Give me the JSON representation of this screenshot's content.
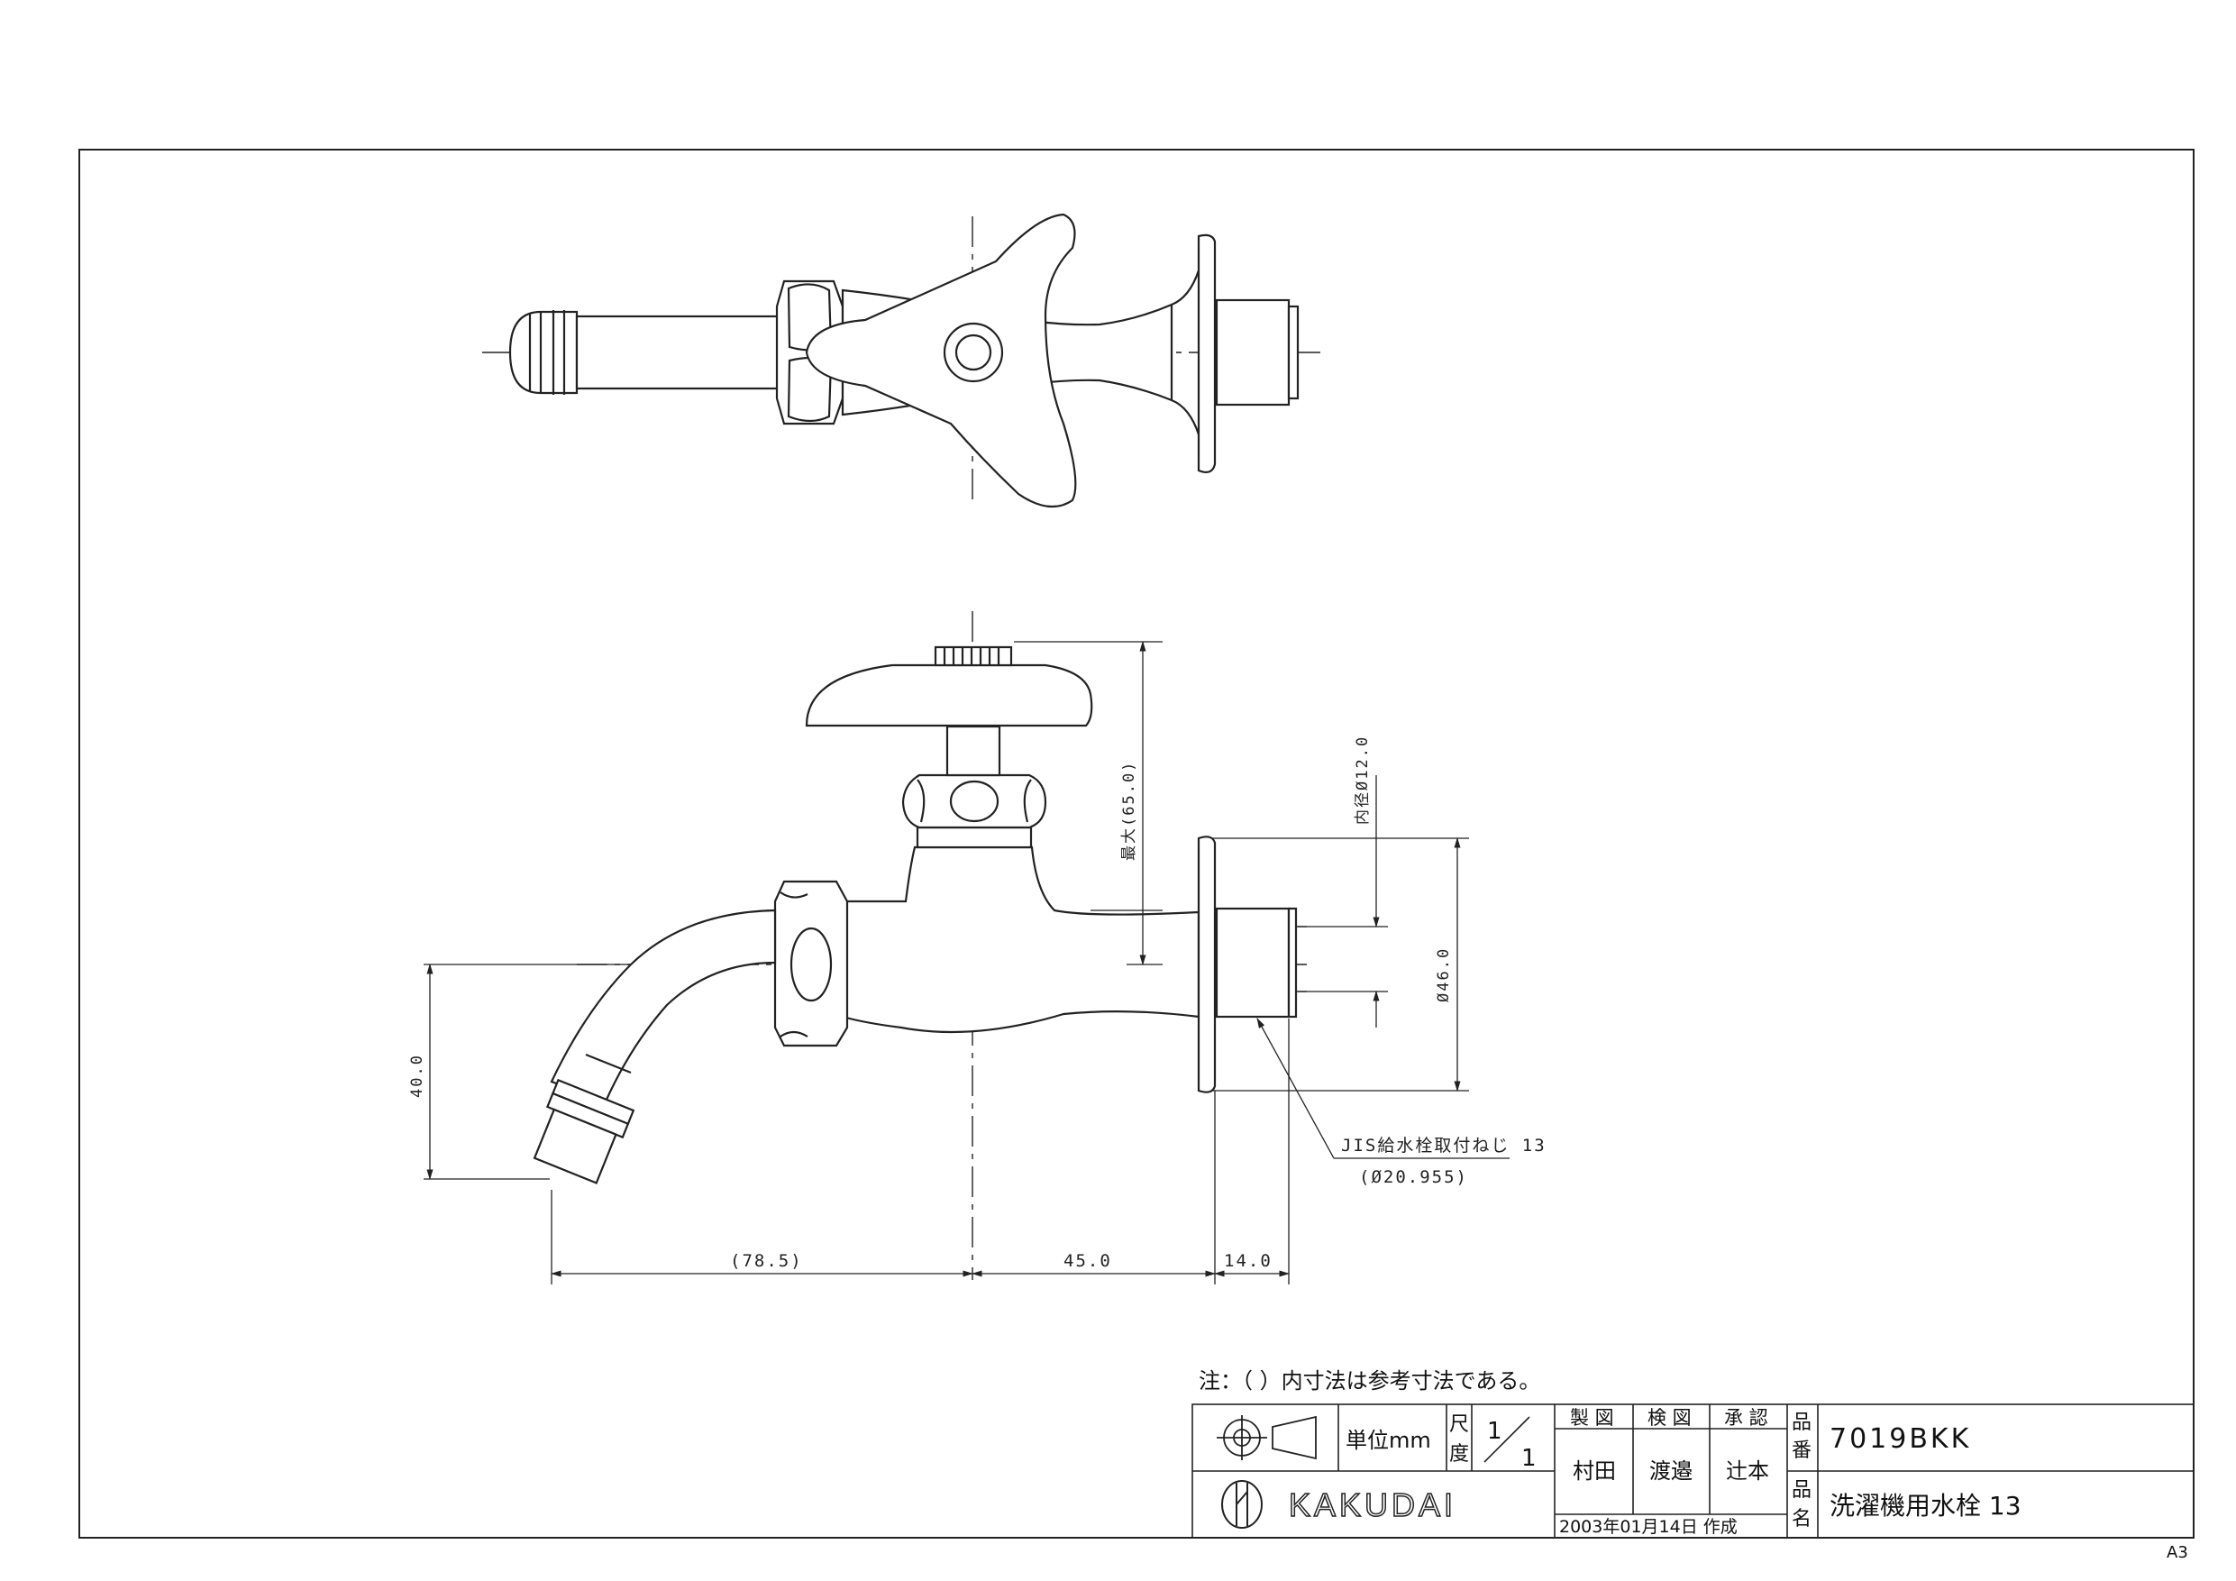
{
  "drawing": {
    "dimensions": {
      "height_spout": "40.0",
      "height_max": "最大(65.0)",
      "inner_diameter": "内径Ø12.0",
      "flange_diameter": "Ø46.0",
      "thread_note": "JIS給水栓取付ねじ 13",
      "thread_diameter": "(Ø20.955)",
      "length_spout": "(78.5)",
      "length_body": "45.0",
      "length_thread": "14.0"
    },
    "note": "注：（ ）内寸法は参考寸法である。"
  },
  "title_block": {
    "unit_label": "単位mm",
    "scale_label_top": "尺",
    "scale_label_bottom": "度",
    "scale_numerator": "1",
    "scale_denominator": "1",
    "roles": [
      "製 図",
      "検 図",
      "承 認"
    ],
    "names": [
      "村田",
      "渡邉",
      "辻本"
    ],
    "date": "2003年01月14日 作成",
    "part_no_label_top": "品",
    "part_no_label_bottom": "番",
    "part_no": "7019BKK",
    "part_name_label_top": "品",
    "part_name_label_bottom": "名",
    "part_name": "洗濯機用水栓 13",
    "logo_text": "KAKUDAI"
  },
  "sheet_size": "A3"
}
